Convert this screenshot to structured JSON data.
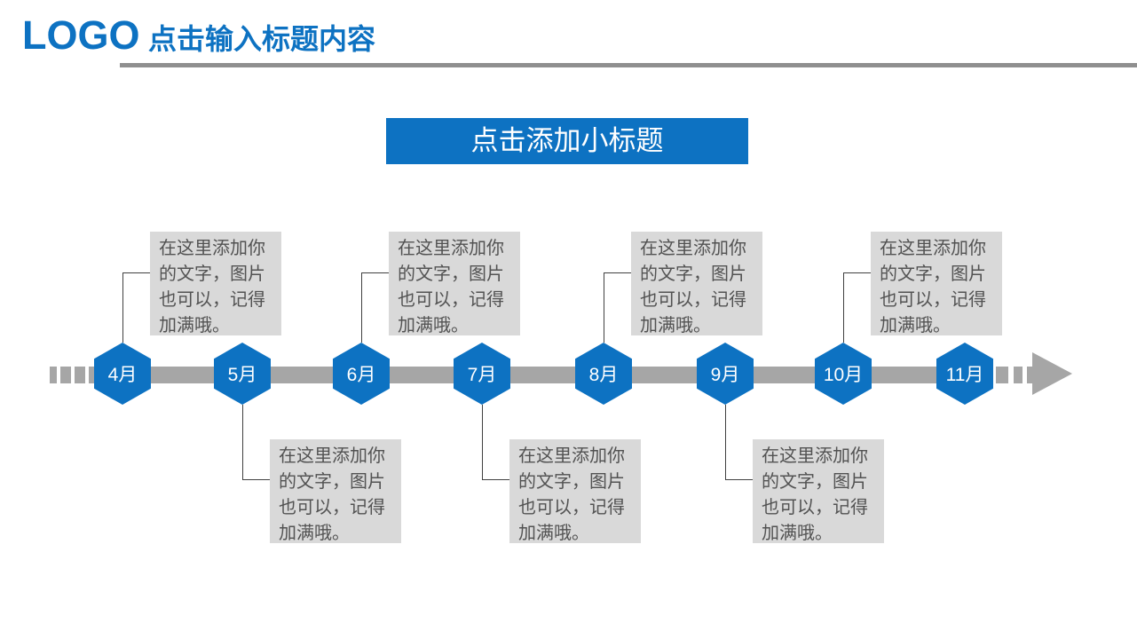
{
  "header": {
    "logo": "LOGO",
    "title": "点击输入标题内容"
  },
  "banner": {
    "label": "点击添加小标题"
  },
  "timeline": {
    "items": [
      {
        "month": "4月",
        "note_position": "top",
        "note": "在这里添加你\n的文字，图片\n也可以，记得\n加满哦。"
      },
      {
        "month": "5月",
        "note_position": "bottom",
        "note": "在这里添加你\n的文字，图片\n也可以，记得\n加满哦。"
      },
      {
        "month": "6月",
        "note_position": "top",
        "note": "在这里添加你\n的文字，图片\n也可以，记得\n加满哦。"
      },
      {
        "month": "7月",
        "note_position": "bottom",
        "note": "在这里添加你\n的文字，图片\n也可以，记得\n加满哦。"
      },
      {
        "month": "8月",
        "note_position": "top",
        "note": "在这里添加你\n的文字，图片\n也可以，记得\n加满哦。"
      },
      {
        "month": "9月",
        "note_position": "bottom",
        "note": "在这里添加你\n的文字，图片\n也可以，记得\n加满哦。"
      },
      {
        "month": "10月",
        "note_position": "top",
        "note": "在这里添加你\n的文字，图片\n也可以，记得\n加满哦。"
      },
      {
        "month": "11月",
        "note_position": "none",
        "note": ""
      }
    ]
  },
  "colors": {
    "accent_blue": "#0d72c2",
    "timeline_gray": "#a6a6a6",
    "divider_gray": "#8f8f8f",
    "note_background": "#d9d9d9",
    "note_text": "#525252",
    "connector": "#404040",
    "node_label": "#ffffff"
  }
}
